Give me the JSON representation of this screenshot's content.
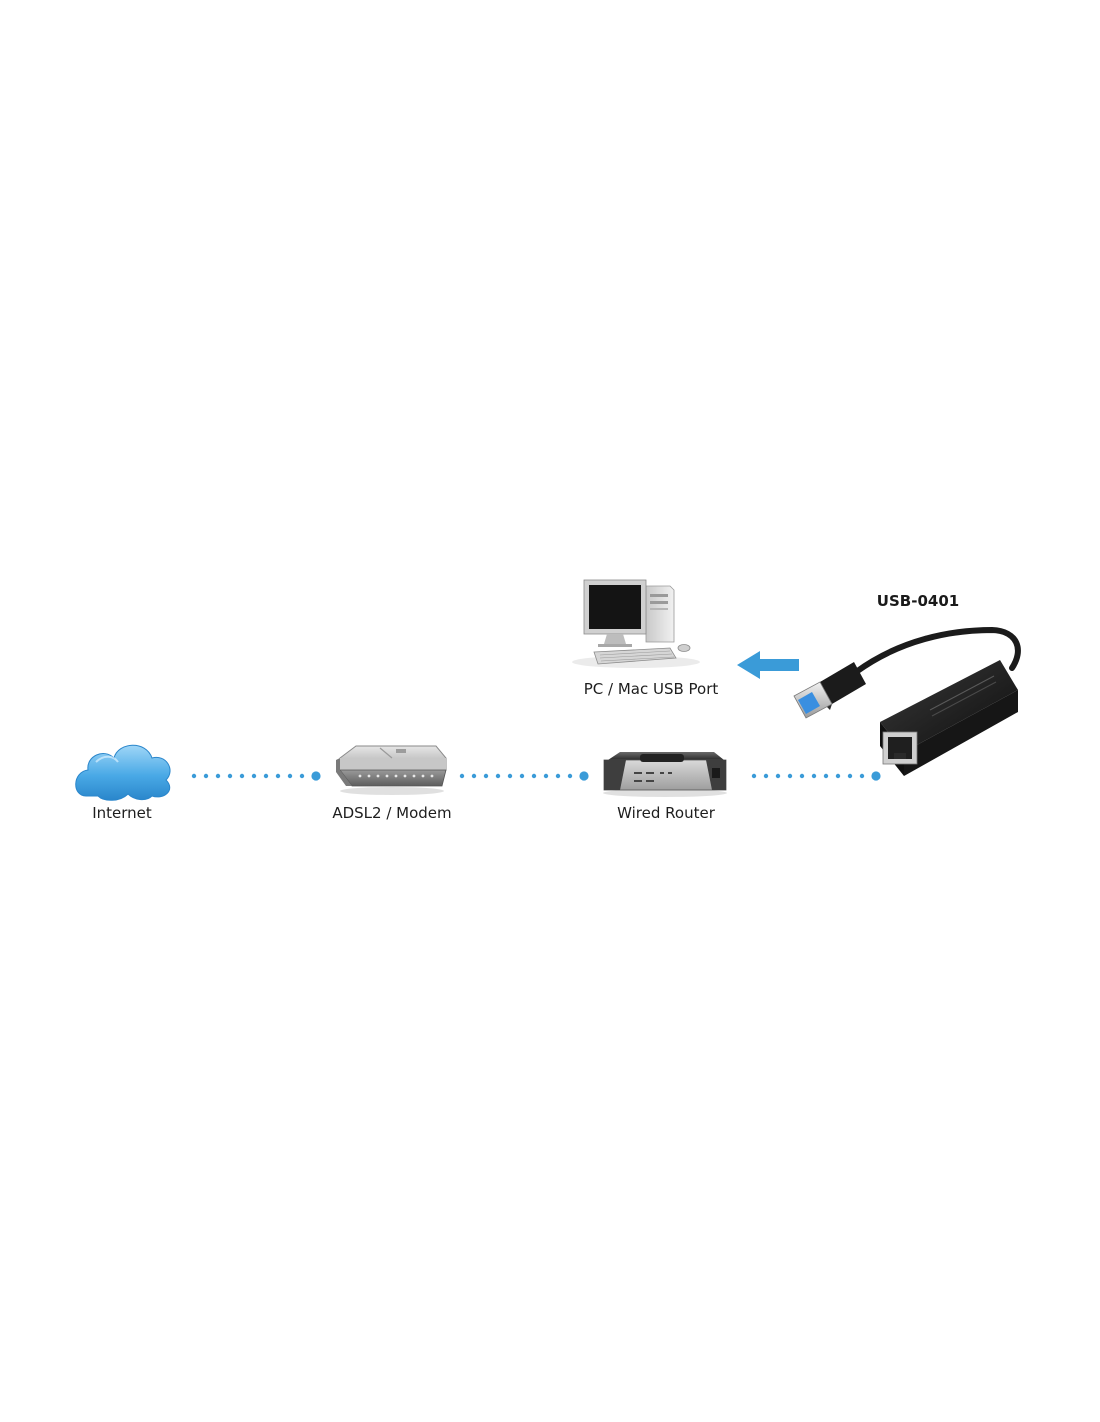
{
  "product": {
    "title": "USB-0401"
  },
  "nodes": {
    "internet": {
      "label": "Internet",
      "icon": "cloud-icon"
    },
    "modem": {
      "label": "ADSL2 / Modem",
      "icon": "modem-icon"
    },
    "router": {
      "label": "Wired Router",
      "icon": "router-icon"
    },
    "pc": {
      "label": "PC / Mac USB Port",
      "icon": "desktop-computer-icon"
    },
    "adapter": {
      "icon": "usb-ethernet-adapter-icon"
    }
  },
  "connections": [
    {
      "from": "internet",
      "to": "modem",
      "style": "dotted"
    },
    {
      "from": "modem",
      "to": "router",
      "style": "dotted"
    },
    {
      "from": "router",
      "to": "adapter",
      "style": "dotted"
    },
    {
      "from": "adapter",
      "to": "pc",
      "style": "arrow"
    }
  ],
  "colors": {
    "accent": "#3a9bd8",
    "text": "#1e1e1e",
    "device_dark": "#1b1b1b"
  }
}
